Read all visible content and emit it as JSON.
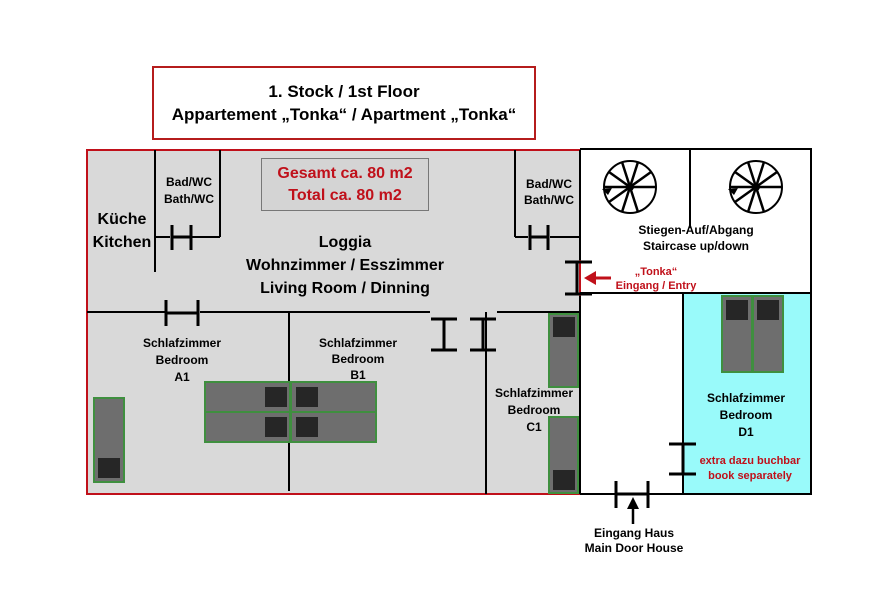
{
  "colors": {
    "apartment_fill": "#d9d9d9",
    "apartment_border": "#c0101a",
    "room_d1_fill": "#99fafa",
    "bed_fill": "#6e6e6e",
    "bed_border": "#3f8f3f",
    "pillow": "#262626",
    "label_red": "#c0101a"
  },
  "header": {
    "line1": "1. Stock / 1st Floor",
    "line2": "Appartement „Tonka“ / Apartment „Tonka“"
  },
  "total": {
    "line1": "Gesamt ca. 80 m2",
    "line2": "Total ca. 80 m2"
  },
  "rooms": {
    "kitchen": {
      "de": "Küche",
      "en": "Kitchen"
    },
    "bath_left": {
      "de": "Bad/WC",
      "en": "Bath/WC"
    },
    "bath_right": {
      "de": "Bad/WC",
      "en": "Bath/WC"
    },
    "loggia": {
      "line1": "Loggia",
      "line2": "Wohnzimmer / Esszimmer",
      "line3": "Living Room / Dinning"
    },
    "bedroom_a1": {
      "de": "Schlafzimmer",
      "en": "Bedroom",
      "id": "A1"
    },
    "bedroom_b1": {
      "de": "Schlafzimmer",
      "en": "Bedroom",
      "id": "B1"
    },
    "bedroom_c1": {
      "de": "Schlafzimmer",
      "en": "Bedroom",
      "id": "C1"
    },
    "bedroom_d1": {
      "de": "Schlafzimmer",
      "en": "Bedroom",
      "id": "D1"
    },
    "staircase": {
      "de": "Stiegen-Auf/Abgang",
      "en": "Staircase up/down"
    }
  },
  "labels": {
    "entry_line1": "„Tonka“",
    "entry_line2": "Eingang / Entry",
    "extra_line1": "extra dazu buchbar",
    "extra_line2": "book separately",
    "main_door_line1": "Eingang Haus",
    "main_door_line2": "Main Door House"
  }
}
